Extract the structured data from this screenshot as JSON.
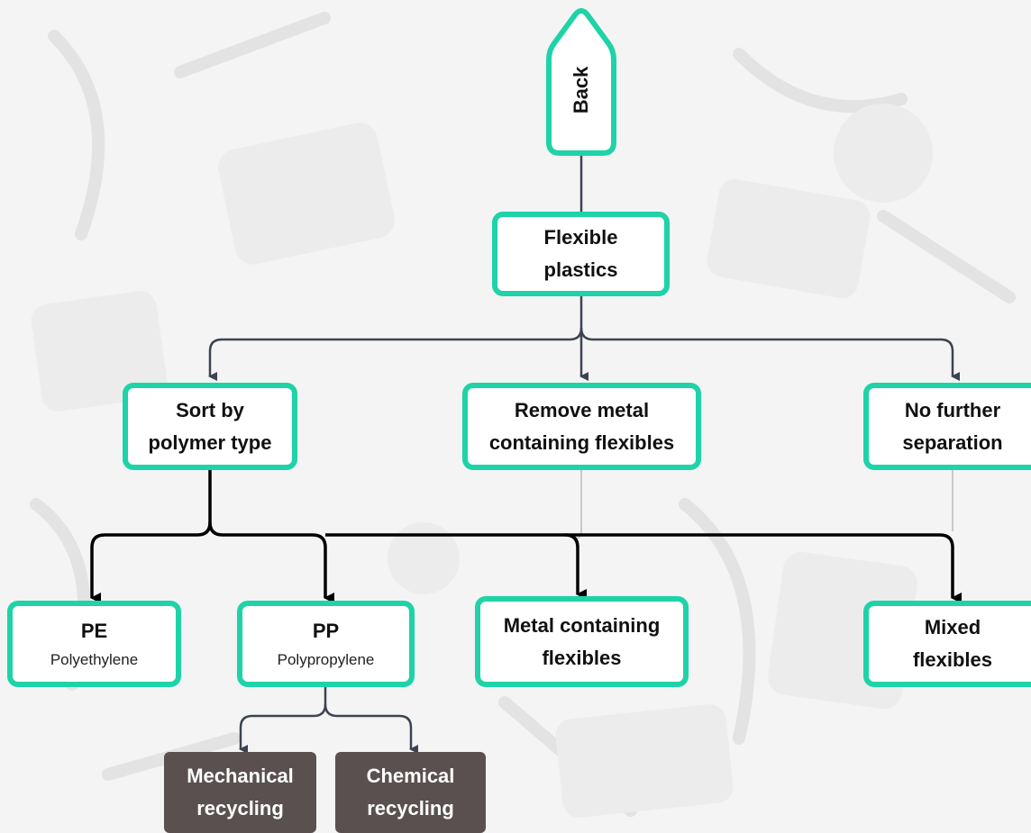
{
  "back": {
    "label": "Back"
  },
  "nodes": {
    "flexible_plastics": {
      "line1": "Flexible",
      "line2": "plastics"
    },
    "sort_by_polymer": {
      "line1": "Sort by",
      "line2": "polymer type"
    },
    "remove_metal": {
      "line1": "Remove metal",
      "line2": "containing flexibles"
    },
    "no_further": {
      "line1": "No further",
      "line2": "separation"
    },
    "pe": {
      "title": "PE",
      "subtitle": "Polyethylene"
    },
    "pp": {
      "title": "PP",
      "subtitle": "Polypropylene"
    },
    "metal_containing": {
      "line1": "Metal containing",
      "line2": "flexibles"
    },
    "mixed": {
      "line1": "Mixed",
      "line2": "flexibles"
    },
    "mechanical": {
      "line1": "Mechanical",
      "line2": "recycling"
    },
    "chemical": {
      "line1": "Chemical",
      "line2": "recycling"
    }
  },
  "colors": {
    "accent": "#1ed3a7",
    "dark_node": "#5b5050",
    "connector": "#3c4350",
    "active_connector": "#000000",
    "faint_connector": "#c9c9c9"
  }
}
